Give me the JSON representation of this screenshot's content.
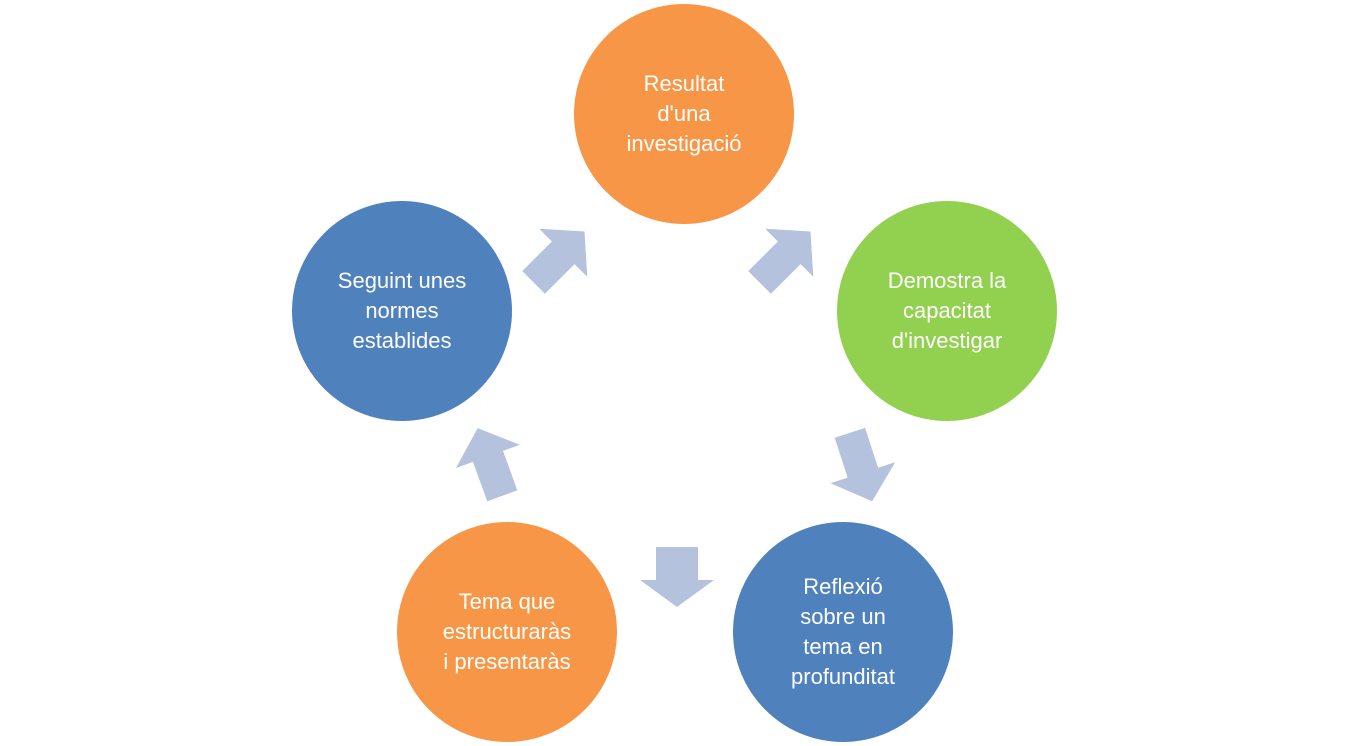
{
  "colors": {
    "orange": "#f79646",
    "green": "#92d050",
    "blue": "#4f81bd",
    "arrow": "#b4c2de"
  },
  "nodes": [
    {
      "label": "Resultat\nd'una\ninvestigació",
      "color": "#f79646"
    },
    {
      "label": "Demostra la\ncapacitat\nd'investigar",
      "color": "#92d050"
    },
    {
      "label": "Reflexió\nsobre un\ntema en\nprofunditat",
      "color": "#4f81bd"
    },
    {
      "label": "Tema que\nestructuraràs\ni presentaràs",
      "color": "#f79646"
    },
    {
      "label": "Seguint unes\nnormes\nestablides",
      "color": "#4f81bd"
    }
  ]
}
